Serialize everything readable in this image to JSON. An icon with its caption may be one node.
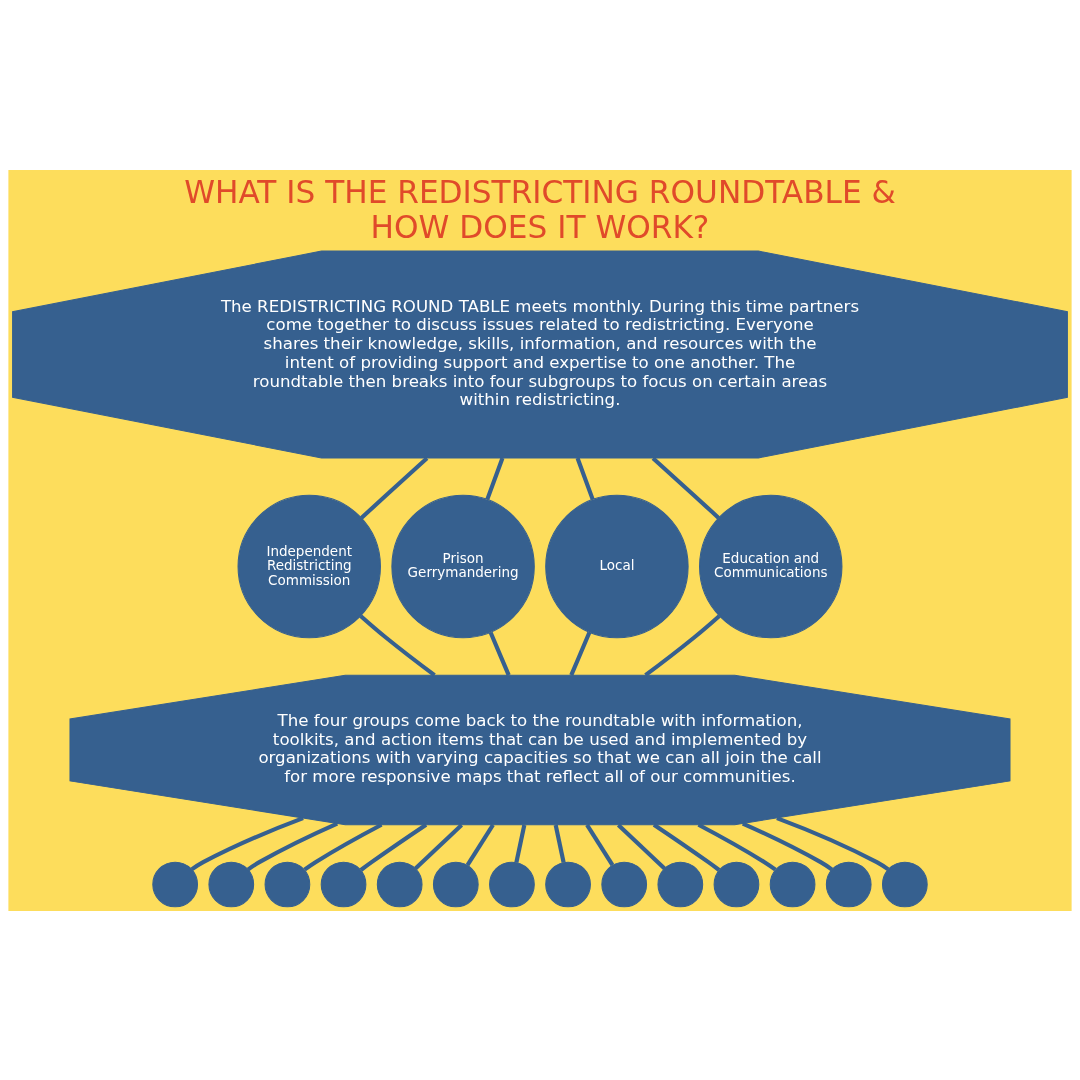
{
  "diagram": {
    "title": "WHAT IS THE REDISTRICTING ROUNDTABLE & HOW DOES IT WORK?",
    "nodes": [
      {
        "text": [
          "The REDISTRICTING ROUND TABLE meets monthly. During this time partners come together to discuss issues related to redistricting. Everyone shares their knowledge, skills, information, and resources with the intent of providing support and expertise to one another. The roundtable then breaks into four subgroups to focus on certain areas within redistricting."
        ]
      },
      {
        "text": [
          "Independent Redistricting Commission"
        ]
      },
      {
        "text": [
          "Prison Gerrymandering"
        ]
      },
      {
        "text": [
          "Local"
        ]
      },
      {
        "text": [
          "Education and Communications"
        ]
      },
      {
        "text": [
          "The four groups come back to the roundtable with information, toolkits, and action items that can be used and implemented by organizations with varying capacities so that we can all join the call for more responsive maps that reflect all of our communities."
        ]
      },
      {
        "text": [],
        "shape": "circle"
      },
      {
        "text": [],
        "shape": "circle"
      },
      {
        "text": [],
        "shape": "circle"
      },
      {
        "text": [],
        "shape": "circle"
      },
      {
        "text": [],
        "shape": "circle"
      },
      {
        "text": [],
        "shape": "circle"
      },
      {
        "text": [],
        "shape": "circle"
      },
      {
        "text": [],
        "shape": "circle"
      },
      {
        "text": [],
        "shape": "circle"
      },
      {
        "text": [],
        "shape": "circle"
      },
      {
        "text": [],
        "shape": "circle"
      },
      {
        "text": [],
        "shape": "circle"
      },
      {
        "text": [],
        "shape": "circle"
      },
      {
        "text": [],
        "shape": "circle"
      }
    ],
    "edges": [
      {
        "from": 0,
        "to": 1,
        "arrow": "none"
      },
      {
        "from": 0,
        "to": 2,
        "arrow": "none"
      },
      {
        "from": 0,
        "to": 3,
        "arrow": "none"
      },
      {
        "from": 0,
        "to": 4,
        "arrow": "none"
      },
      {
        "from": 1,
        "to": 5,
        "arrow": "none"
      },
      {
        "from": 2,
        "to": 5,
        "arrow": "none"
      },
      {
        "from": 3,
        "to": 5,
        "arrow": "none"
      },
      {
        "from": 4,
        "to": 5,
        "arrow": "none"
      },
      {
        "from": 5,
        "to": 6,
        "arrow": "none"
      },
      {
        "from": 5,
        "to": 7,
        "arrow": "none"
      },
      {
        "from": 5,
        "to": 8,
        "arrow": "none"
      },
      {
        "from": 5,
        "to": 9,
        "arrow": "none"
      },
      {
        "from": 5,
        "to": 10,
        "arrow": "none"
      },
      {
        "from": 5,
        "to": 11,
        "arrow": "none"
      },
      {
        "from": 5,
        "to": 12,
        "arrow": "none"
      },
      {
        "from": 5,
        "to": 13,
        "arrow": "none"
      },
      {
        "from": 5,
        "to": 14,
        "arrow": "none"
      },
      {
        "from": 5,
        "to": 15,
        "arrow": "none"
      },
      {
        "from": 5,
        "to": 16,
        "arrow": "none"
      },
      {
        "from": 5,
        "to": 17,
        "arrow": "none"
      },
      {
        "from": 5,
        "to": 18,
        "arrow": "none"
      },
      {
        "from": 5,
        "to": 19,
        "arrow": "none"
      }
    ]
  }
}
